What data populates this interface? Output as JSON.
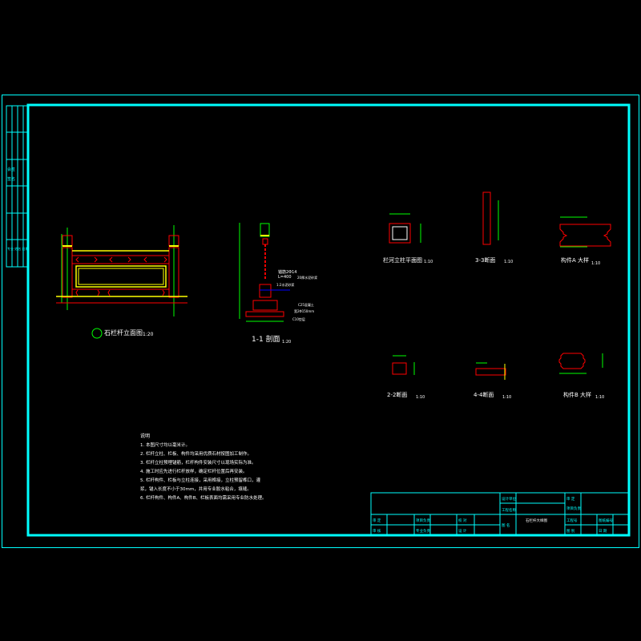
{
  "drawing": {
    "colors": {
      "frame": "#00ffff",
      "outline": "#ff0000",
      "dimension": "#00ff00",
      "accent": "#ffff00",
      "text": "#ffffff"
    },
    "views": [
      {
        "title": "石栏杆立面图",
        "scale": "1:20"
      },
      {
        "title": "1-1 剖面",
        "scale": "1:20"
      },
      {
        "title": "栏河立柱平面图",
        "scale": "1:10"
      },
      {
        "title": "3-3断面",
        "scale": "1:10"
      },
      {
        "title": "构件A 大样",
        "scale": "1:10"
      },
      {
        "title": "2-2断面",
        "scale": "1:10"
      },
      {
        "title": "4-4断面",
        "scale": "1:10"
      },
      {
        "title": "构件B 大样",
        "scale": "1:10"
      }
    ],
    "section_labels": {
      "rebar": "锚筋2Φ14",
      "length": "L=400",
      "mortar_top": "20厚水泥砂浆",
      "mortar": "1:2水泥砂浆",
      "concrete": "C25混凝土",
      "concrete_size": "宽2Φ150mm",
      "cushion": "C10垫层"
    },
    "notes": {
      "heading": "说明",
      "items": [
        "1.  本图尺寸均以毫米计。",
        "2.  栏杆立柱、栏板、构件均采用优质石材按图加工制作。",
        "3.  栏杆立柱预埋锚筋，栏杆构件安装尺寸以现场实际为准。",
        "4.  施工时应先进行栏杆放样，确定栏杆位置后再安装。",
        "5.  栏杆构件、栏板与立柱连接，采用榫接，立柱预留榫口，灌",
        "    浆，锚入长度不小于30mm，并用专业胶水粘合，填缝。",
        "6.  栏杆构件、构件A、构件B、栏板表面均需采用专业防水处理。"
      ]
    },
    "title_block": {
      "design_unit": "设计单位",
      "project_name": "工程名称",
      "approve": "审 定",
      "project_lead": "项目负责",
      "check": "校 对",
      "review": "审 核",
      "discipline_lead": "专业负责",
      "design": "设 计",
      "drawing_name_label": "图 名",
      "drawing_name": "石栏杆大样图",
      "project_no": "工程号",
      "drawing_no": "图纸编号",
      "drawing_type": "图 别",
      "date": "日 期",
      "top_right_1": "审 定",
      "top_right_2": "项目负责"
    },
    "side_strip": {
      "label_1": "会签",
      "label_2": "签名",
      "label_3": "专业 姓名 日期"
    }
  }
}
